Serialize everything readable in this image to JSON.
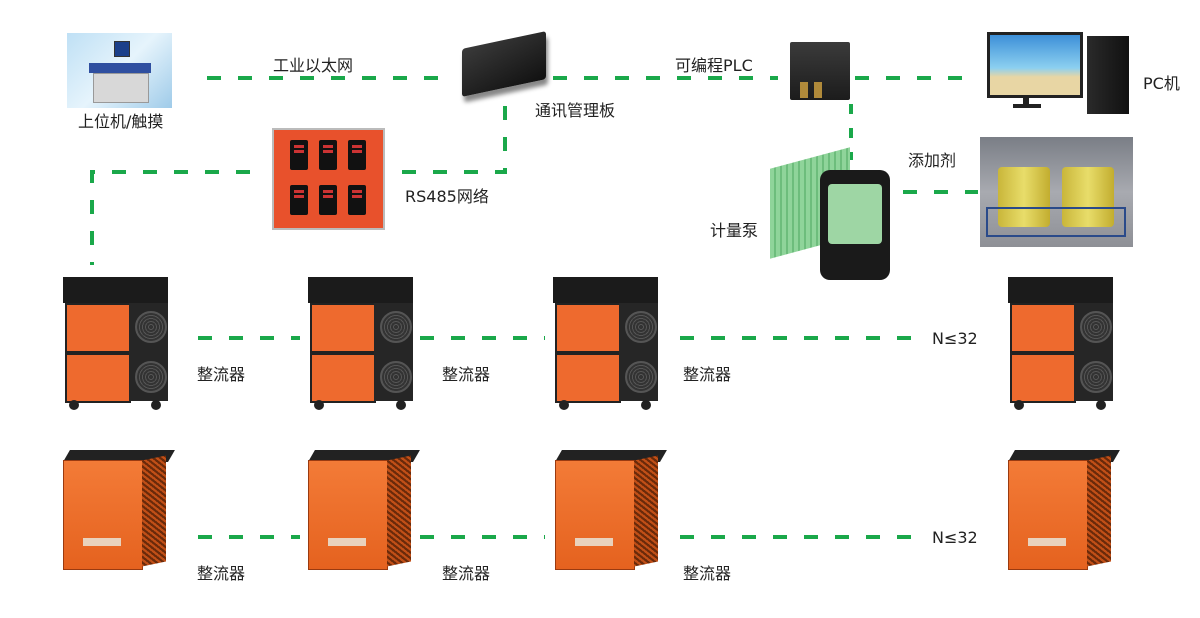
{
  "labels": {
    "host": "上位机/触摸",
    "ethernet": "工业以太网",
    "comm_board": "通讯管理板",
    "plc": "可编程PLC",
    "pc": "PC机",
    "rs485": "RS485网络",
    "additive": "添加剂",
    "metering_pump": "计量泵"
  },
  "rows": [
    {
      "units": [
        "整流器",
        "整流器",
        "整流器"
      ],
      "count_label": "N≤32"
    },
    {
      "units": [
        "整流器",
        "整流器",
        "整流器"
      ],
      "count_label": "N≤32"
    }
  ],
  "colors": {
    "link": "#1aa84a",
    "rectifier_orange": "#ee6a2e"
  }
}
